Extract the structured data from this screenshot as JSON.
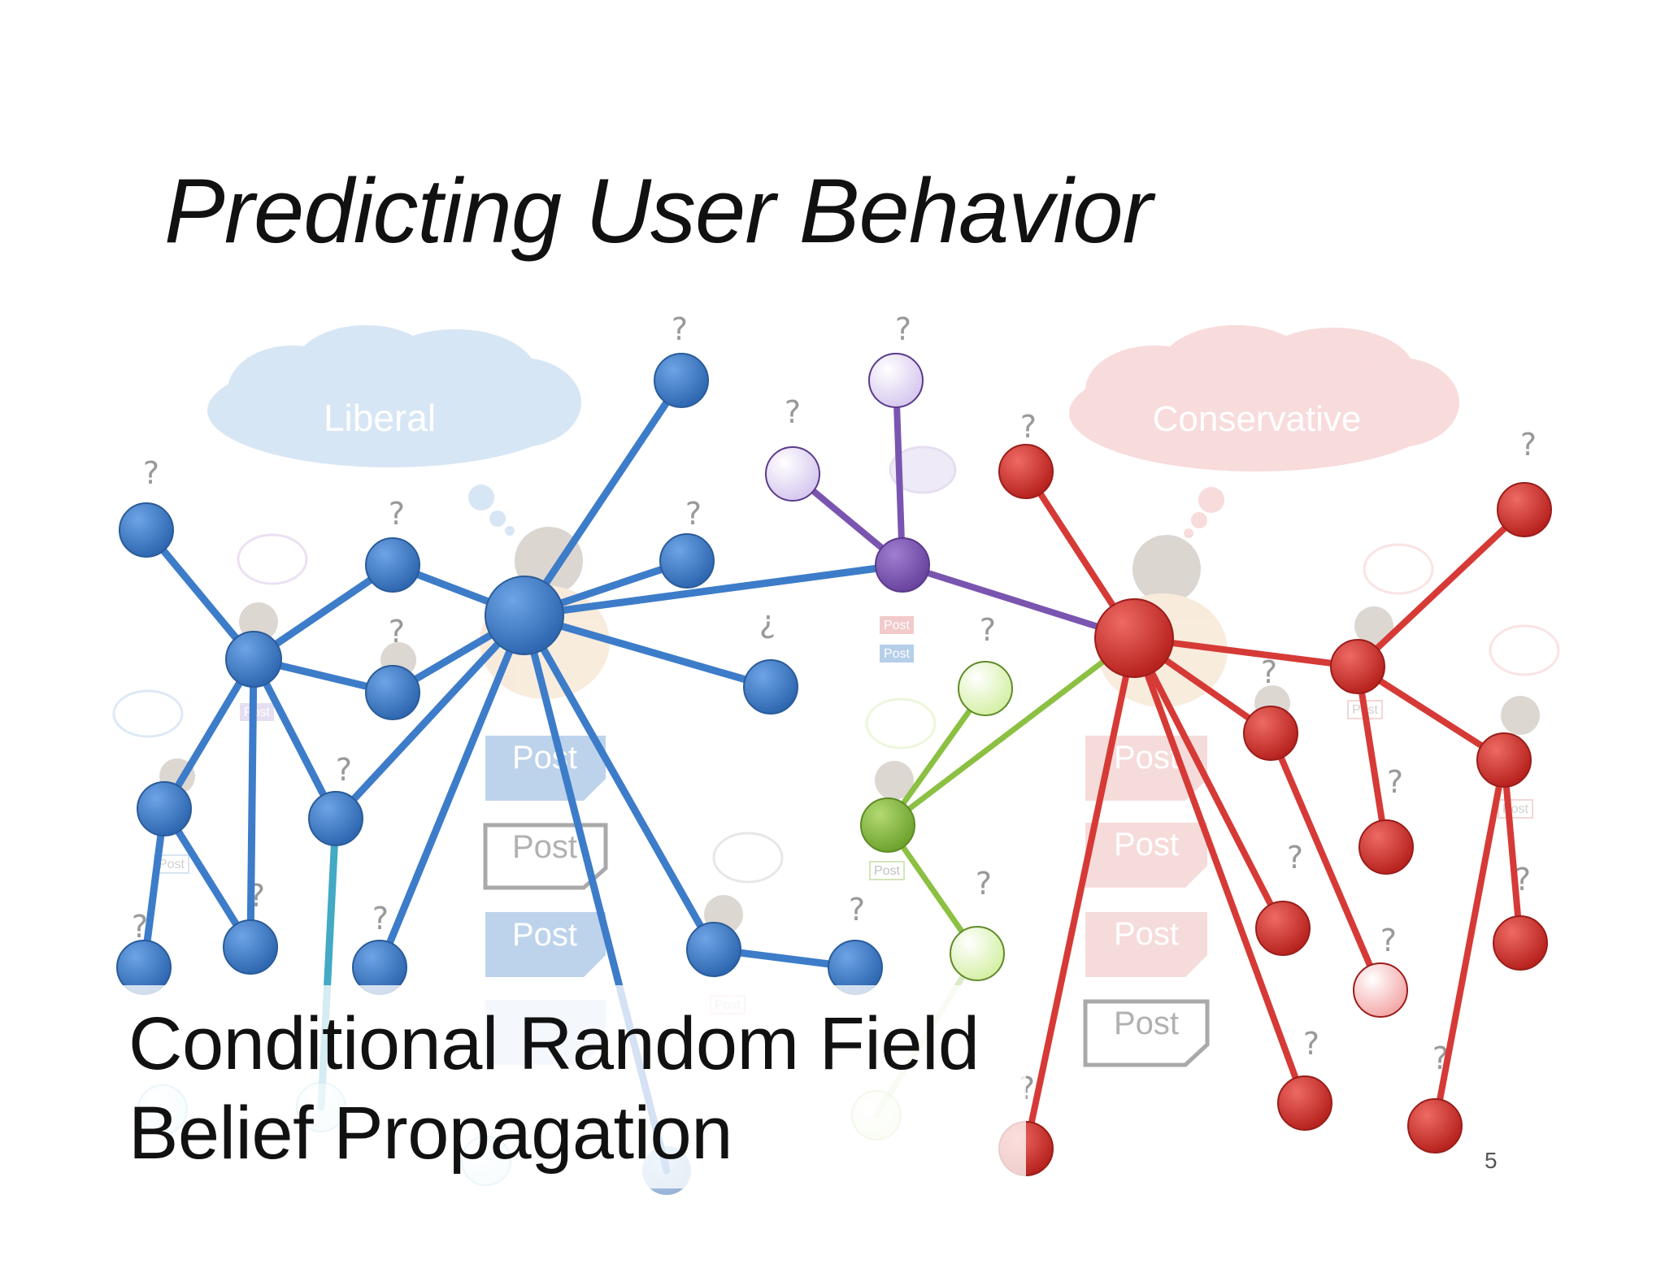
{
  "title": "Predicting User Behavior",
  "clouds": {
    "liberal": "Liberal",
    "conservative": "Conservative"
  },
  "posts": {
    "label": "Post"
  },
  "unknown_marker": "?",
  "inverted_marker": "¿",
  "method_lines": [
    "Conditional Random Field",
    "Belief Propagation"
  ],
  "slide_number": "5",
  "colors": {
    "liberal_blue": "#3d7cc9",
    "conservative_red": "#d63a36",
    "undecided_purple": "#7a55b0",
    "green": "#8cc043",
    "light_purple": "#e6dcf5",
    "light_green": "#e7f8c6",
    "light_red": "#f9c6c6"
  }
}
